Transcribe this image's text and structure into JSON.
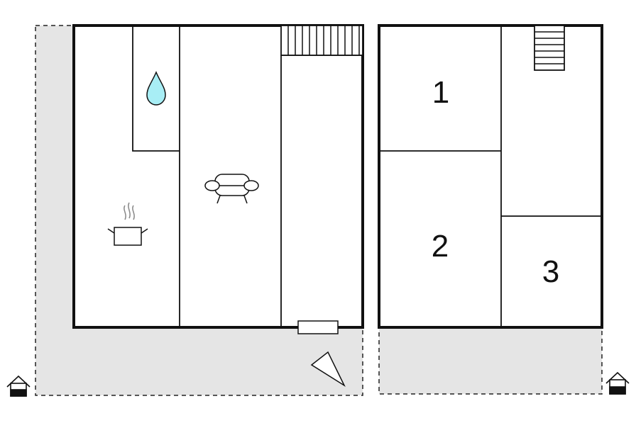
{
  "floor_plan": {
    "rooms": [
      {
        "label": "1"
      },
      {
        "label": "2"
      },
      {
        "label": "3"
      }
    ],
    "icons": [
      "water-drop-icon",
      "sofa-icon",
      "cooking-pot-icon",
      "stairs-icon",
      "entrance-house-icon",
      "terrace-triangle-icon"
    ],
    "colors": {
      "wall": "#111111",
      "outdoor_area": "#e5e5e5",
      "water": "#a8eef5"
    }
  }
}
